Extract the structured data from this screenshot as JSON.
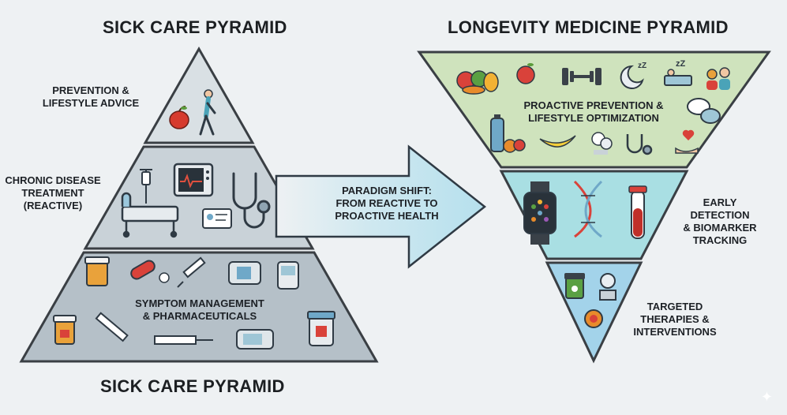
{
  "left_pyramid": {
    "title_top": "SICK CARE PYRAMID",
    "title_bottom": "SICK CARE PYRAMID",
    "tiers": [
      {
        "label": "PREVENTION &\nLIFESTYLE ADVICE",
        "color": "#d9e0e4"
      },
      {
        "label": "CHRONIC DISEASE\nTREATMENT\n(REACTIVE)",
        "color": "#c9d2d8"
      },
      {
        "label": "SYMPTOM MANAGEMENT\n& PHARMACEUTICALS",
        "color": "#b5c0c8"
      }
    ]
  },
  "arrow": {
    "label": "PARADIGM SHIFT:\nFROM REACTIVE TO\nPROACTIVE HEALTH",
    "color": "#bfe3ee"
  },
  "right_pyramid": {
    "title": "LONGEVITY MEDICINE PYRAMID",
    "tiers": [
      {
        "label": "PROACTIVE PREVENTION &\nLIFESTYLE OPTIMIZATION",
        "color": "#cfe3bd"
      },
      {
        "label": "EARLY\nDETECTION\n& BIOMARKER\nTRACKING",
        "color": "#a9dfe3"
      },
      {
        "label": "TARGETED\nTHERAPIES &\nINTERVENTIONS",
        "color": "#a3d3ea"
      }
    ]
  },
  "icons": [
    "apple-icon",
    "walking-person-icon",
    "hospital-bed-icon",
    "iv-drip-icon",
    "heart-monitor-icon",
    "stethoscope-icon",
    "id-badge-icon",
    "pill-bottle-icon",
    "capsule-icon",
    "syringe-icon",
    "inhaler-icon",
    "glucose-meter-icon",
    "vegetables-icon",
    "dumbbell-icon",
    "moon-sleep-icon",
    "sleeping-bed-icon",
    "group-people-icon",
    "chat-bubbles-icon",
    "water-bottle-icon",
    "banana-icon",
    "heart-hand-icon",
    "smartwatch-icon",
    "dna-icon",
    "blood-tube-icon",
    "supplement-bottle-icon",
    "microscope-icon",
    "cell-icon",
    "sparkle-icon"
  ]
}
